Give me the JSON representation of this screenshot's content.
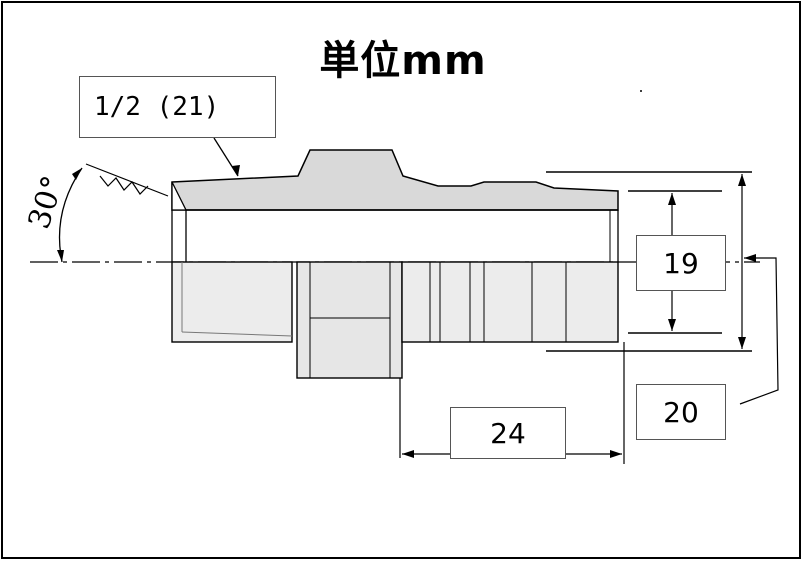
{
  "title": "単位mm",
  "labels": {
    "thread": "1/2 (21)",
    "angle": "30°",
    "dim_19": "19",
    "dim_20": "20",
    "dim_24": "24"
  },
  "colors": {
    "body_fill": "#d9d9d9",
    "line": "#000000",
    "box_border": "#555555"
  }
}
